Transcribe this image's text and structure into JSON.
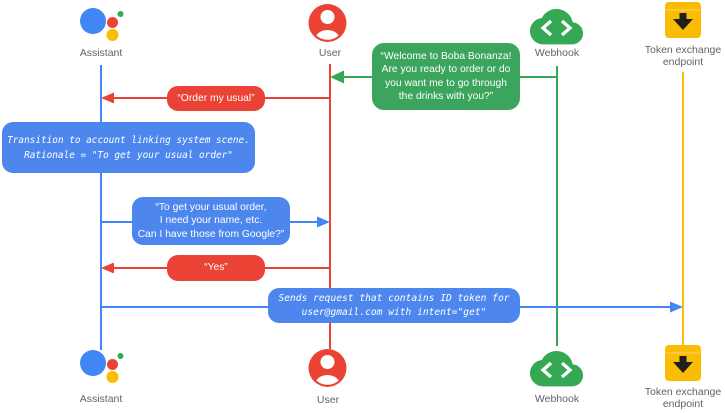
{
  "actors": {
    "assistant": {
      "label": "Assistant"
    },
    "user": {
      "label": "User"
    },
    "webhook": {
      "label": "Webhook"
    },
    "token_endpoint": {
      "label": "Token exchange endpoint"
    }
  },
  "messages": {
    "welcome": {
      "from": "Webhook",
      "to": "User",
      "text": "“Welcome to Boba Bonanza!\nAre you ready to order or do\nyou want me to go through\nthe drinks with you?”"
    },
    "order_my_usual": {
      "from": "User",
      "to": "Assistant",
      "text": "“Order my usual”"
    },
    "transition_note": {
      "on": "Assistant",
      "text": "Transition to account linking system scene.\nRationale = \"To get your usual order\""
    },
    "ask_google_data": {
      "from": "Assistant",
      "to": "User",
      "text": "“To get your usual order,\nI need your name, etc.\nCan I have those from Google?”"
    },
    "yes": {
      "from": "User",
      "to": "Assistant",
      "text": "“Yes”"
    },
    "token_request": {
      "from": "Assistant",
      "to": "Token exchange endpoint",
      "text": "Sends request that contains ID token for\nuser@gmail.com with intent=\"get\""
    }
  },
  "colors": {
    "blue": "#4285F4",
    "blue_box": "#4D87EE",
    "red": "#EA4335",
    "green": "#34A853",
    "green_box": "#3BA55D",
    "yellow": "#FBBC04",
    "label_gray": "#5F6368",
    "icon_arrow_black": "#1F1F1F"
  }
}
